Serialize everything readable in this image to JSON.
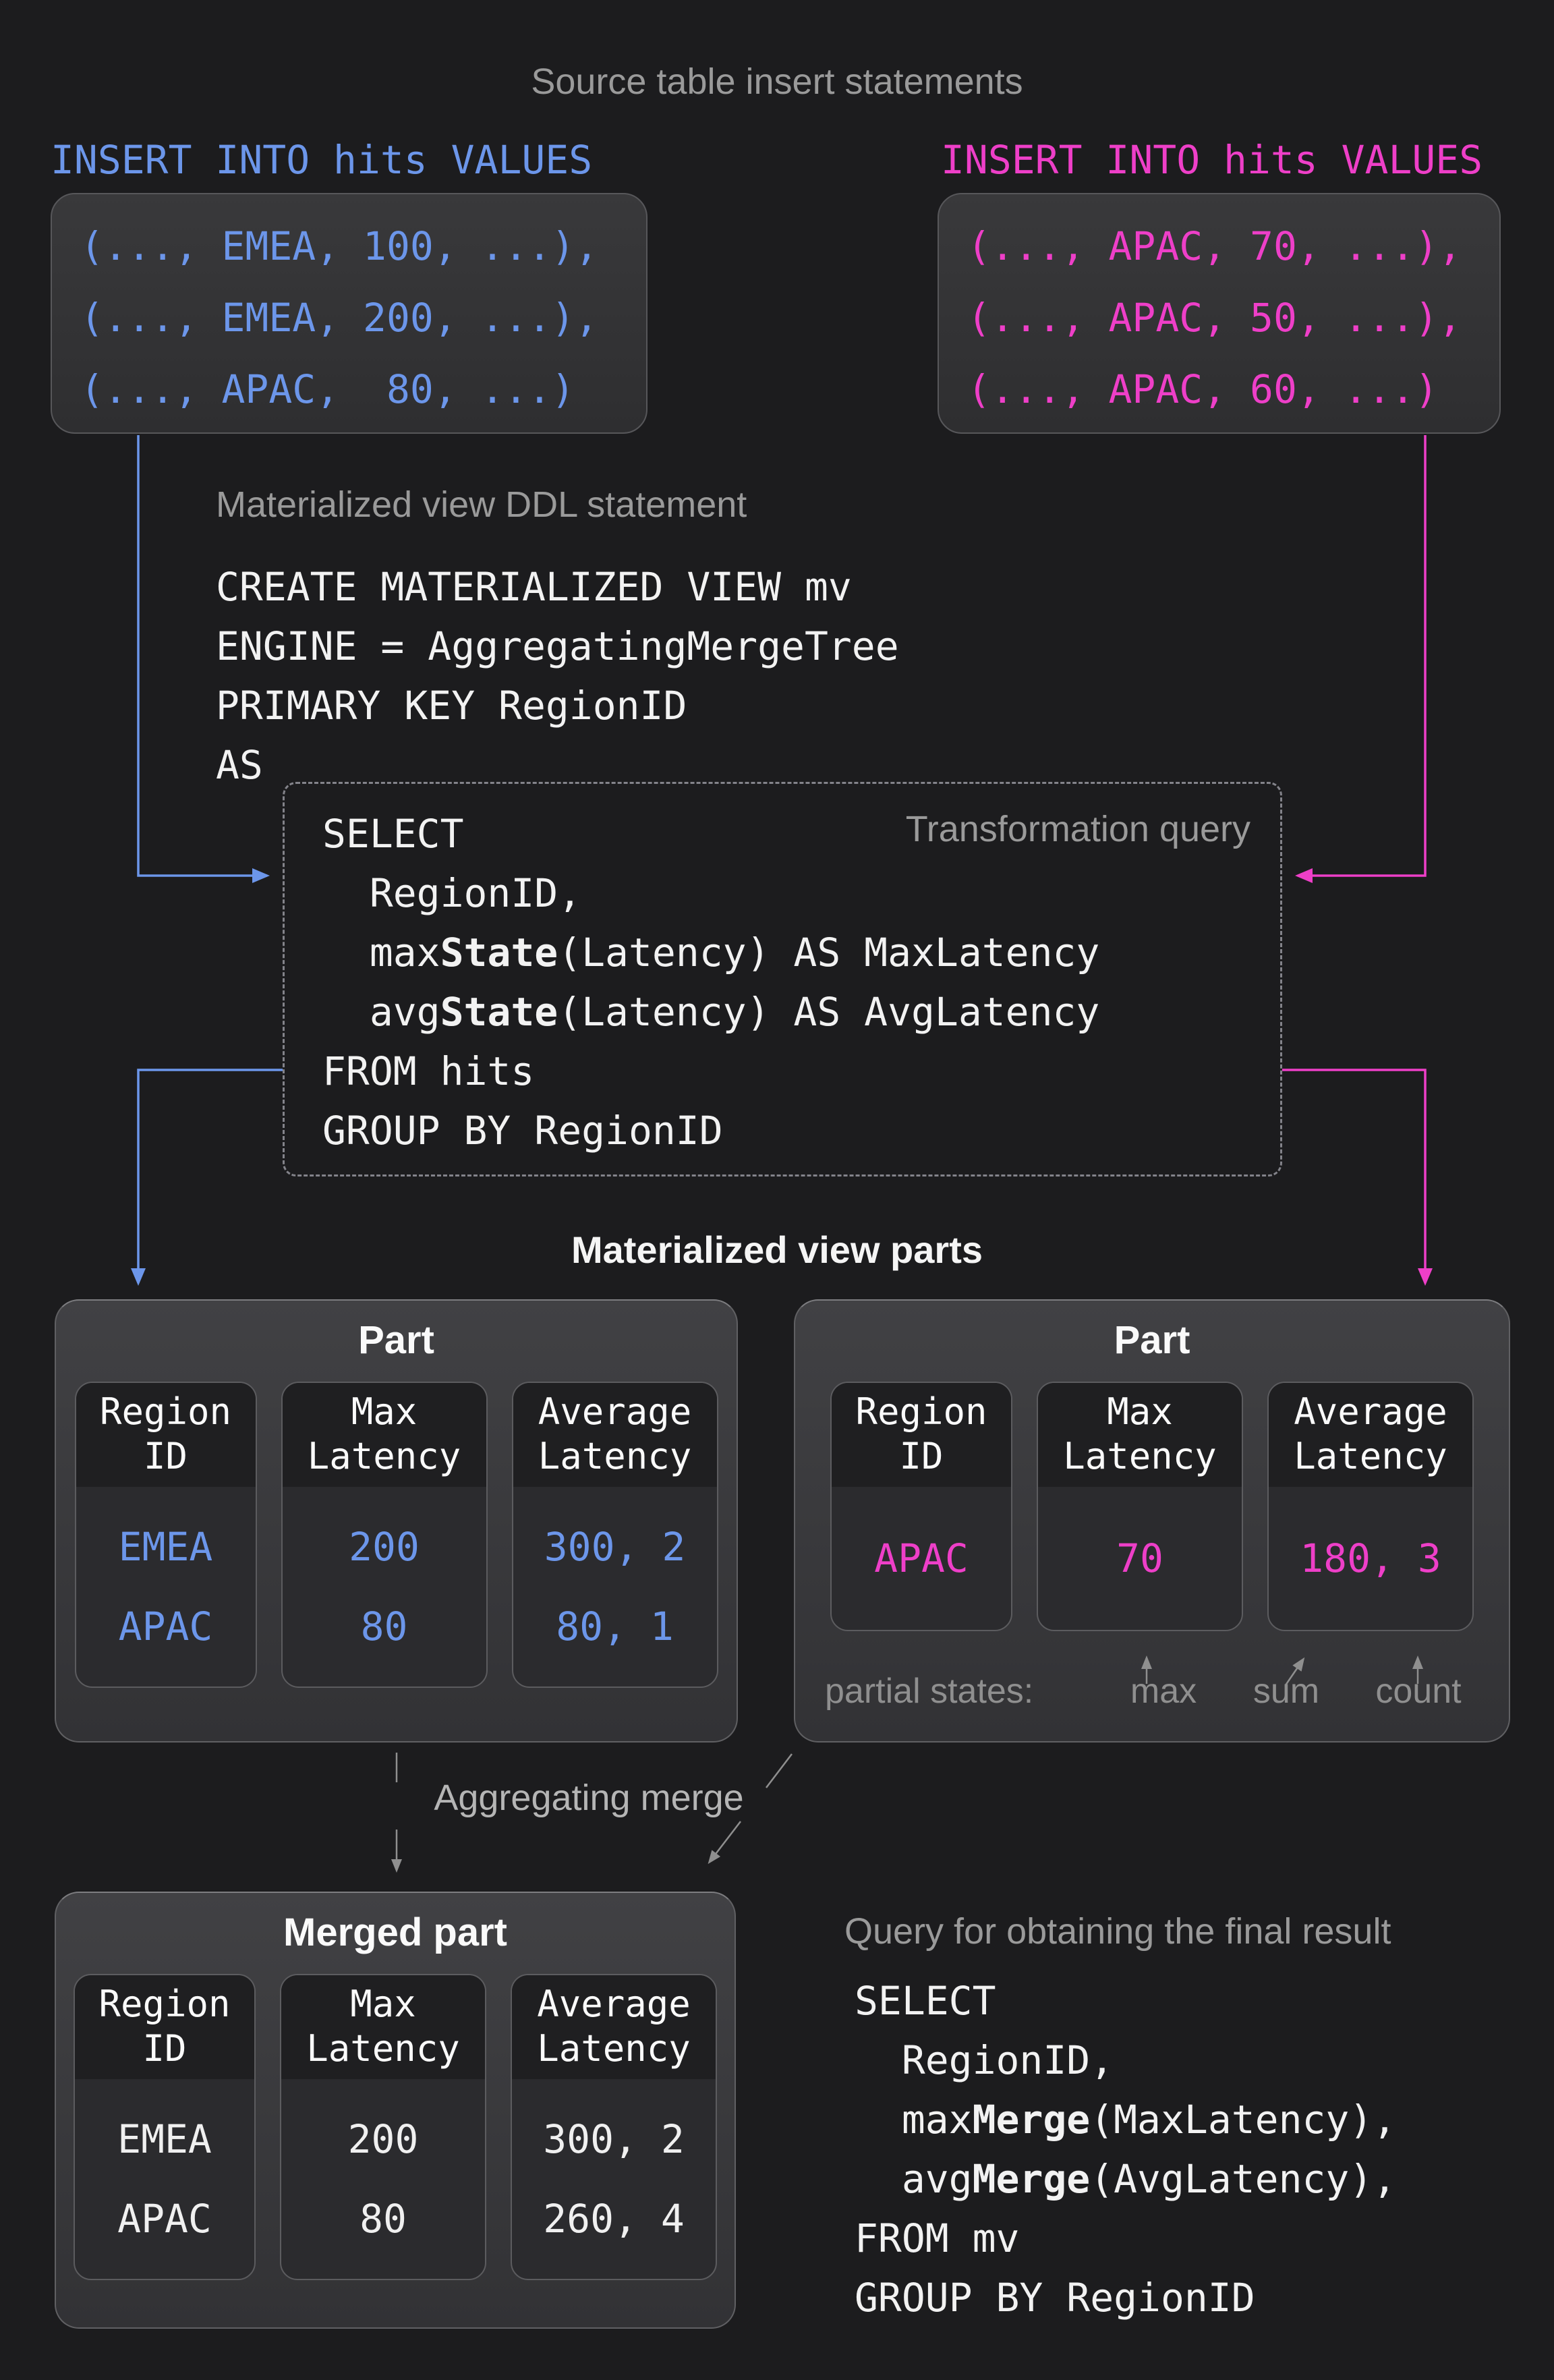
{
  "colors": {
    "background": "#1c1c1e",
    "accent_blue": "#6c96ea",
    "accent_magenta": "#ee3fc8",
    "label_gray": "#9a9a9a",
    "code_white": "#f2f2f2"
  },
  "header": {
    "title": "Source table insert statements"
  },
  "inserts": {
    "left": {
      "label": "INSERT INTO hits VALUES",
      "rows": [
        "(..., EMEA, 100, ...),",
        "(..., EMEA, 200, ...),",
        "(..., APAC,  80, ...)"
      ]
    },
    "right": {
      "label": "INSERT INTO hits VALUES",
      "rows": [
        "(..., APAC, 70, ...),",
        "(..., APAC, 50, ...),",
        "(..., APAC, 60, ...)"
      ]
    }
  },
  "ddl": {
    "label": "Materialized view DDL statement",
    "lines": [
      "CREATE MATERIALIZED VIEW mv",
      "ENGINE = AggregatingMergeTree",
      "PRIMARY KEY RegionID",
      "AS"
    ]
  },
  "transform_query": {
    "label": "Transformation query",
    "lines": [
      "SELECT",
      "  RegionID,",
      "  max**State**(Latency) AS MaxLatency",
      "  avg**State**(Latency) AS AvgLatency",
      "FROM hits",
      "GROUP BY RegionID"
    ]
  },
  "parts_section": {
    "label": "Materialized view parts"
  },
  "parts": {
    "left": {
      "title": "Part",
      "columns": [
        {
          "header": [
            "Region",
            "ID"
          ],
          "rows": [
            "EMEA",
            "APAC"
          ]
        },
        {
          "header": [
            "Max",
            "Latency"
          ],
          "rows": [
            "200",
            "80"
          ]
        },
        {
          "header": [
            "Average",
            "Latency"
          ],
          "rows": [
            "300, 2",
            "80, 1"
          ]
        }
      ]
    },
    "right": {
      "title": "Part",
      "columns": [
        {
          "header": [
            "Region",
            "ID"
          ],
          "rows": [
            "APAC"
          ]
        },
        {
          "header": [
            "Max",
            "Latency"
          ],
          "rows": [
            "70"
          ]
        },
        {
          "header": [
            "Average",
            "Latency"
          ],
          "rows": [
            "180, 3"
          ]
        }
      ],
      "partial": {
        "label": "partial states:",
        "max": "max",
        "sum": "sum",
        "count": "count"
      }
    }
  },
  "merge": {
    "label": "Aggregating merge"
  },
  "merged": {
    "title": "Merged part",
    "columns": [
      {
        "header": [
          "Region",
          "ID"
        ],
        "rows": [
          "EMEA",
          "APAC"
        ]
      },
      {
        "header": [
          "Max",
          "Latency"
        ],
        "rows": [
          "200",
          "80"
        ]
      },
      {
        "header": [
          "Average",
          "Latency"
        ],
        "rows": [
          "300, 2",
          "260, 4"
        ]
      }
    ]
  },
  "final_query": {
    "label": "Query for obtaining the final result",
    "lines": [
      "SELECT",
      "  RegionID,",
      "  max**Merge**(MaxLatency),",
      "  avg**Merge**(AvgLatency),",
      "FROM mv",
      "GROUP BY RegionID"
    ]
  }
}
